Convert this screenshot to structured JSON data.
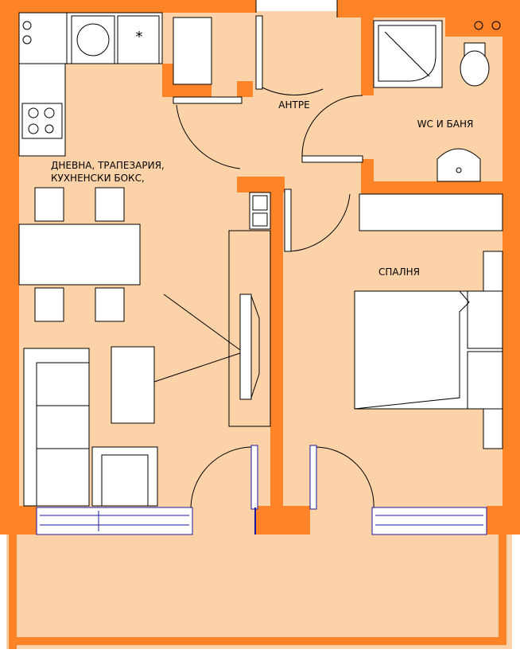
{
  "colors": {
    "wall": "#ff8327",
    "floor": "#fcd2a9",
    "furniture": "#ffffff",
    "line": "#000000",
    "window": "#1a1aa0"
  },
  "rooms": {
    "entrance": "АНТРЕ",
    "bathroom": "WC И БАНЯ",
    "living_line1": "ДНЕВНА, ТРАПЕЗАРИЯ,",
    "living_line2": "КУХНЕНСКИ БОКС,",
    "bedroom": "СПАЛНЯ"
  },
  "fixtures": {
    "fridge_mark": "*"
  }
}
